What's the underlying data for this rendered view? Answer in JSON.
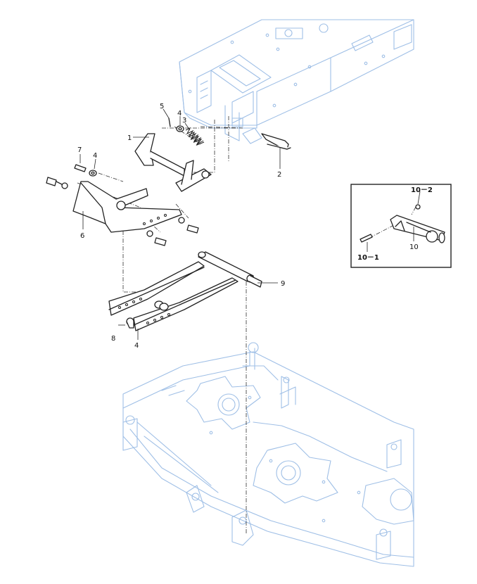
{
  "callouts": {
    "c1": "1",
    "c2": "2",
    "c3": "3",
    "c4a": "4",
    "c4b": "4",
    "c4c": "4",
    "c5": "5",
    "c6": "6",
    "c7": "7",
    "c8": "8",
    "c9": "9",
    "c10": "10",
    "c10_1": "10－1",
    "c10_2": "10－2"
  }
}
